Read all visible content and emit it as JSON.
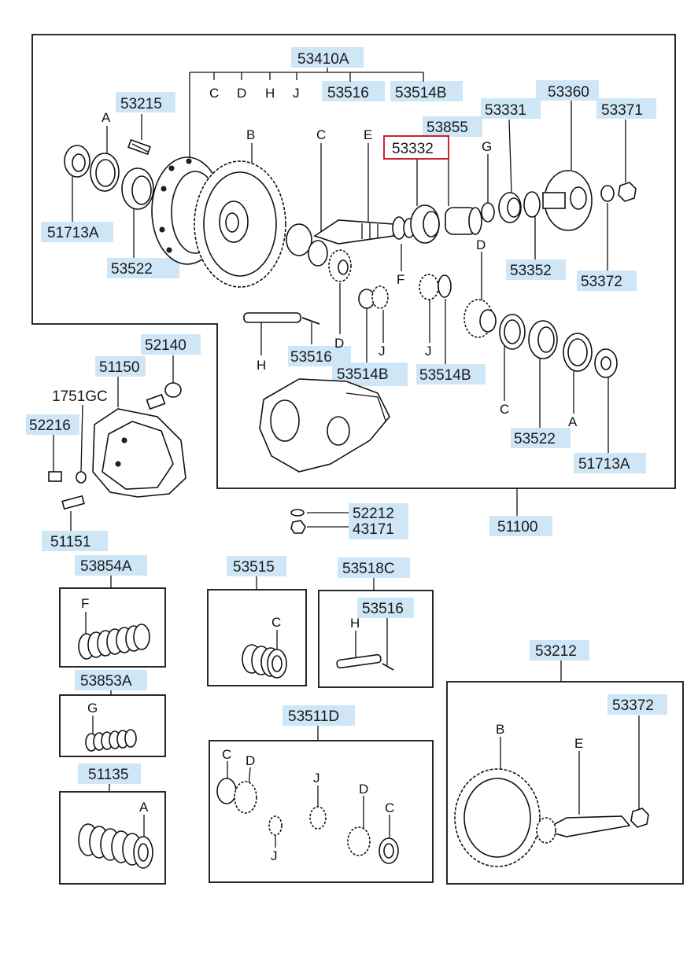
{
  "colors": {
    "label_highlight": "#cfe6f7",
    "selected_outline": "#d0202a",
    "line": "#111111"
  },
  "labels": {
    "p53410A": "53410A",
    "p53516_top": "53516",
    "p53514B_top": "53514B",
    "p53215": "53215",
    "p53855": "53855",
    "p53332": "53332",
    "p53331": "53331",
    "p53360": "53360",
    "p53371": "53371",
    "p51713A_l": "51713A",
    "p53522_l": "53522",
    "p53352": "53352",
    "p53372_t": "53372",
    "p53516_m": "53516",
    "p53514B_m1": "53514B",
    "p53514B_m2": "53514B",
    "p53522_r": "53522",
    "p51713A_r": "51713A",
    "p52140": "52140",
    "p51150": "51150",
    "p1751GC": "1751GC",
    "p52216": "52216",
    "p51151": "51151",
    "p52212": "52212",
    "p43171": "43171",
    "p51100": "51100",
    "p53854A": "53854A",
    "p53853A": "53853A",
    "p51135": "51135",
    "p53515": "53515",
    "p53518C": "53518C",
    "p53516_b": "53516",
    "p53511D": "53511D",
    "p53212": "53212",
    "p53372_b": "53372"
  },
  "letters": {
    "A": "A",
    "B": "B",
    "C": "C",
    "D": "D",
    "E": "E",
    "F": "F",
    "G": "G",
    "H": "H",
    "J": "J"
  }
}
